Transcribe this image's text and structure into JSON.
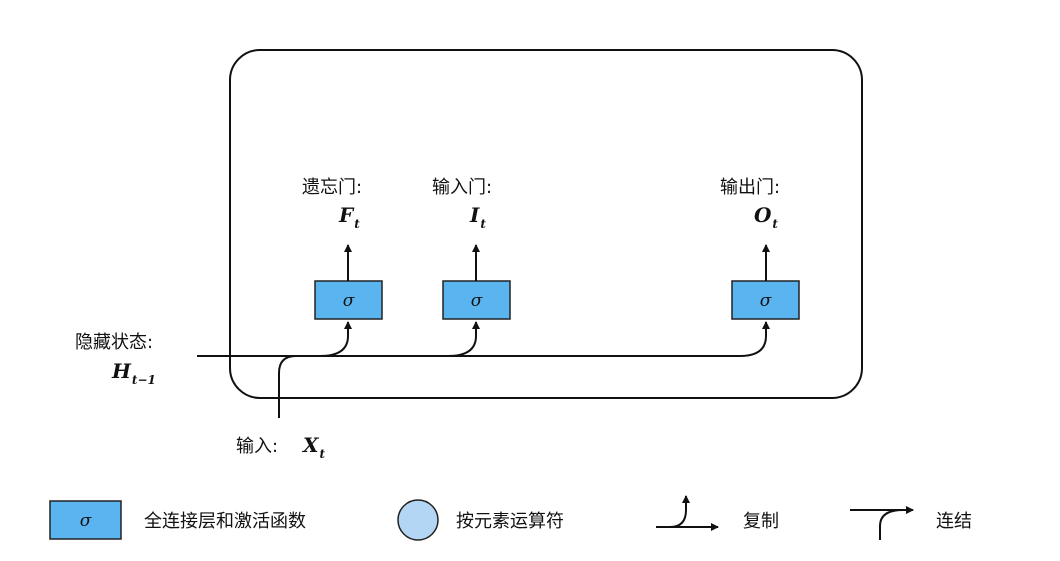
{
  "colors": {
    "box_fill": "#5ab4f0",
    "box_stroke": "#222222",
    "circle_fill": "#b3d6f5",
    "line": "#111111",
    "text": "#111111"
  },
  "cell": {
    "gates": [
      {
        "label": "遗忘门:",
        "symbol": "F",
        "subscript": "t",
        "activation": "σ"
      },
      {
        "label": "输入门:",
        "symbol": "I",
        "subscript": "t",
        "activation": "σ"
      },
      {
        "label": "输出门:",
        "symbol": "O",
        "subscript": "t",
        "activation": "σ"
      }
    ],
    "hidden_state": {
      "label": "隐藏状态:",
      "symbol": "H",
      "subscript": "t−1"
    },
    "input": {
      "label": "输入:",
      "symbol": "X",
      "subscript": "t"
    }
  },
  "legend": {
    "items": [
      {
        "symbol": "σ",
        "label": "全连接层和激活函数",
        "icon": "fc-activation-box"
      },
      {
        "label": "按元素运算符",
        "icon": "elementwise-circle-icon"
      },
      {
        "label": "复制",
        "icon": "copy-arrow-icon"
      },
      {
        "label": "连结",
        "icon": "concat-arrow-icon"
      }
    ]
  }
}
